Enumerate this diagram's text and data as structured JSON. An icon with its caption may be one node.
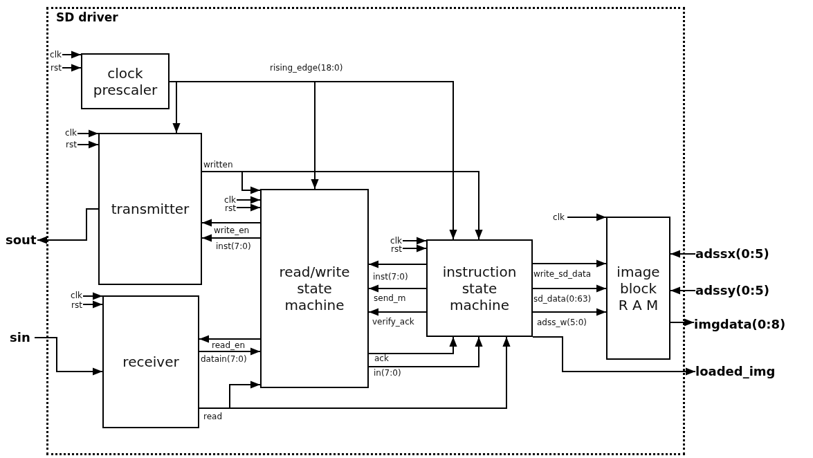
{
  "diagram": {
    "nodes": [
      {
        "text": [
          "SD driver"
        ]
      },
      {
        "text": [
          "clock prescaler"
        ],
        "in": 0
      },
      {
        "text": [
          "transmitter"
        ],
        "in": 0
      },
      {
        "text": [
          "receiver"
        ],
        "in": 0
      },
      {
        "text": [
          "read/write state machine"
        ],
        "in": 0
      },
      {
        "text": [
          "instruction state machine"
        ],
        "in": 0
      },
      {
        "text": [
          "image block R A M"
        ],
        "in": 0
      },
      {
        "text": [
          "sout"
        ]
      },
      {
        "text": [
          "sin"
        ]
      },
      {
        "text": [
          "adssx(0:5)"
        ]
      },
      {
        "text": [
          "adssy(0:5)"
        ]
      },
      {
        "text": [
          "imgdata(0:8)"
        ]
      },
      {
        "text": [
          "loaded_img"
        ]
      }
    ],
    "edges": [
      {
        "from": 1,
        "to": 2,
        "arrow": "to"
      },
      {
        "from": 1,
        "to": 4,
        "arrow": "to",
        "label": "rising_edge(18:0)"
      },
      {
        "from": 1,
        "to": 5,
        "arrow": "to"
      },
      {
        "from": 2,
        "to": 4,
        "arrow": "to",
        "label": "written"
      },
      {
        "from": 2,
        "to": 5,
        "arrow": "to"
      },
      {
        "from": 4,
        "to": 2,
        "arrow": "to",
        "label": "write_en"
      },
      {
        "from": 4,
        "to": 2,
        "arrow": "to",
        "label": "inst(7:0)"
      },
      {
        "from": 4,
        "to": 3,
        "arrow": "to",
        "label": "read_en"
      },
      {
        "from": 3,
        "to": 4,
        "arrow": "to",
        "label": "datain(7:0)"
      },
      {
        "from": 3,
        "to": 4,
        "arrow": "to",
        "label": "read"
      },
      {
        "from": 3,
        "to": 5,
        "arrow": "to"
      },
      {
        "from": 5,
        "to": 4,
        "arrow": "to",
        "label": "inst(7:0)"
      },
      {
        "from": 5,
        "to": 4,
        "arrow": "to",
        "label": "send_m"
      },
      {
        "from": 5,
        "to": 4,
        "arrow": "to",
        "label": "verify_ack"
      },
      {
        "from": 4,
        "to": 5,
        "arrow": "to",
        "label": "ack"
      },
      {
        "from": 4,
        "to": 5,
        "arrow": "to",
        "label": "in(7:0)"
      },
      {
        "from": 5,
        "to": 6,
        "arrow": "to",
        "label": "write_sd_data"
      },
      {
        "from": 5,
        "to": 6,
        "arrow": "to",
        "label": "sd_data(0:63)"
      },
      {
        "from": 5,
        "to": 6,
        "arrow": "to",
        "label": "adss_w(5:0)"
      },
      {
        "from": 5,
        "to": 12,
        "arrow": "to"
      },
      {
        "from": 2,
        "to": 7,
        "arrow": "to"
      },
      {
        "from": 8,
        "to": 3,
        "arrow": "to"
      },
      {
        "from": 9,
        "to": 6,
        "arrow": "to"
      },
      {
        "from": 10,
        "to": 6,
        "arrow": "to"
      },
      {
        "from": 6,
        "to": 11,
        "arrow": "to"
      },
      {
        "from": null,
        "to": 1,
        "arrow": "to",
        "label": "clk"
      },
      {
        "from": null,
        "to": 1,
        "arrow": "to",
        "label": "rst"
      },
      {
        "from": null,
        "to": 2,
        "arrow": "to",
        "label": "clk"
      },
      {
        "from": null,
        "to": 2,
        "arrow": "to",
        "label": "rst"
      },
      {
        "from": null,
        "to": 3,
        "arrow": "to",
        "label": "clk"
      },
      {
        "from": null,
        "to": 3,
        "arrow": "to",
        "label": "rst"
      },
      {
        "from": null,
        "to": 4,
        "arrow": "to",
        "label": "clk"
      },
      {
        "from": null,
        "to": 4,
        "arrow": "to",
        "label": "rst"
      },
      {
        "from": null,
        "to": 5,
        "arrow": "to",
        "label": "clk"
      },
      {
        "from": null,
        "to": 5,
        "arrow": "to",
        "label": "rst"
      },
      {
        "from": null,
        "to": 6,
        "arrow": "to",
        "label": "clk"
      }
    ]
  }
}
